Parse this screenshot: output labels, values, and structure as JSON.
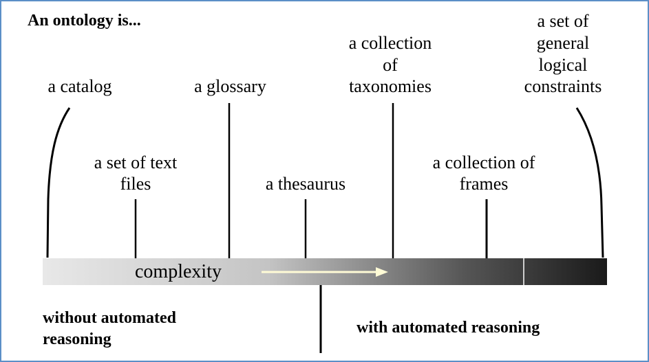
{
  "title": "An ontology is...",
  "labels": {
    "catalog": "a catalog",
    "text_files": "a set of text files",
    "glossary": "a glossary",
    "thesaurus": "a thesaurus",
    "taxonomies": "a collection of taxonomies",
    "frames": "a collection of frames",
    "logical_constraints": "a set of general logical constraints"
  },
  "lines": {
    "text_files_1": "a set of text",
    "text_files_2": "files",
    "taxonomies_1": "a collection",
    "taxonomies_2": "of",
    "taxonomies_3": "taxonomies",
    "frames_1": "a collection of",
    "frames_2": "frames",
    "constraints_1": "a set of",
    "constraints_2": "general",
    "constraints_3": "logical",
    "constraints_4": "constraints"
  },
  "bar_label": "complexity",
  "without": {
    "line1": "without automated",
    "line2": "reasoning"
  },
  "with": "with automated reasoning",
  "colors": {
    "border": "#5b8fc7",
    "arrow": "#fffbd6",
    "bar_light": "#e6e6e6",
    "bar_dark": "#1a1a1a"
  }
}
